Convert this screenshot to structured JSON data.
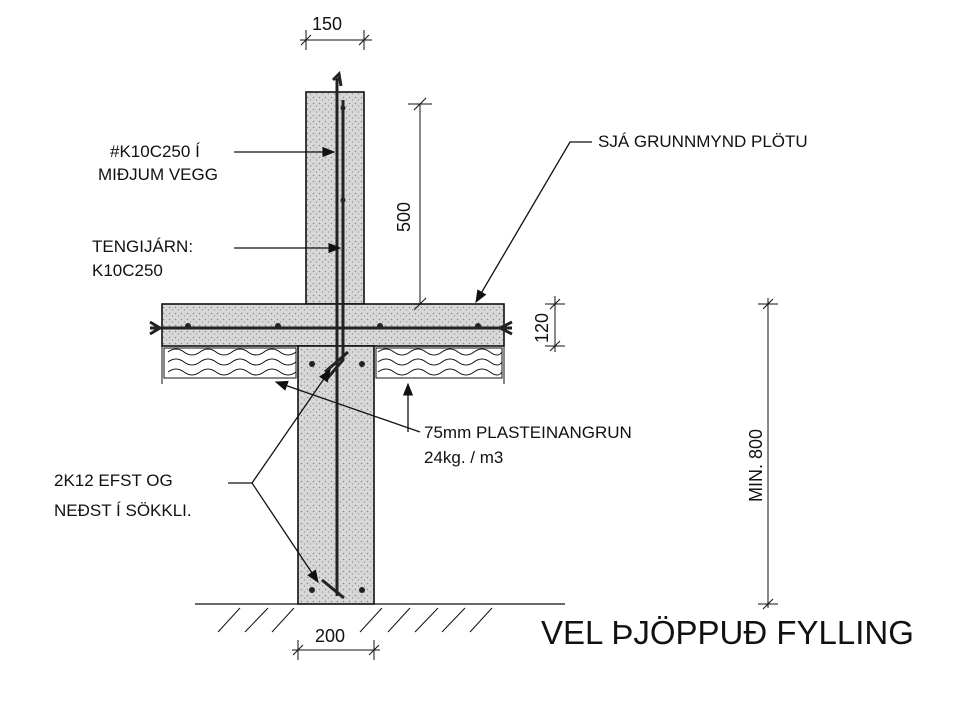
{
  "dimensions": {
    "wall_thickness": "150",
    "wall_height": "500",
    "slab_thickness": "120",
    "footing_width": "200",
    "depth": "MIN. 800"
  },
  "labels": {
    "wall_rebar_line1": "#K10C250 Í",
    "wall_rebar_line2": "MIÐJUM VEGG",
    "dowel_line1": "TENGIJÁRN:",
    "dowel_line2": "K10C250",
    "slab_ref": "SJÁ GRUNNMYND PLÖTU",
    "insulation_line1": "75mm PLASTEINANGRUN",
    "insulation_line2": "24kg. / m3",
    "footing_rebar_line1": "2K12 EFST OG",
    "footing_rebar_line2": "NEÐST Í SÖKKLI."
  },
  "ground_label": "VEL ÞJÖPPUÐ FYLLING"
}
